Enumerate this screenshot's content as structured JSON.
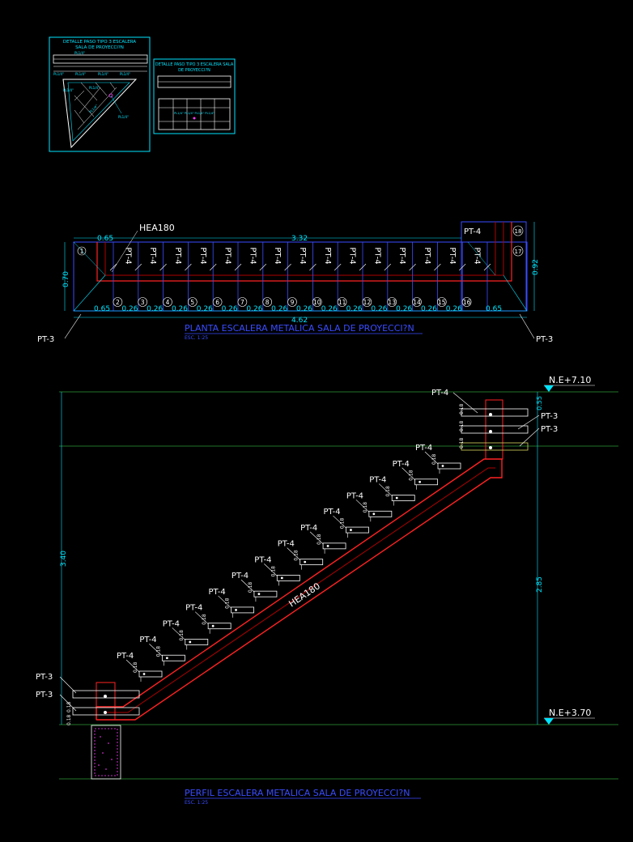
{
  "colors": {
    "background": "#000000",
    "cyan": "#00e5ff",
    "white": "#ffffff",
    "green": "#2e9c34",
    "red": "#ff2222",
    "magenta": "#ff3cff",
    "blue": "#3a4cff",
    "darkred": "#b00000",
    "yellow": "#d8d860"
  },
  "detail1": {
    "title_line1": "DETALLE PASO TIPO 3 ESCALERA",
    "title_line2": "SALA DE PROYECCI?N",
    "label_top": "PL1/4\"",
    "labels_row": [
      "PL1/4\"",
      "PL1/4\"",
      "PL1/4\"",
      "PL1/4\""
    ],
    "diag_label": "PL1/4\"",
    "small_labels": [
      "PL1/4\"",
      "PL1/4\"",
      "PL1/4\""
    ]
  },
  "detail2": {
    "title_line1": "DETALLE PASO TIPO 3 ESCALERA SALA",
    "title_line2": "DE PROYECCI?N",
    "hatch_label": "PL1/4\" PL1/4\" PL1/4\" PL1/4\""
  },
  "plan": {
    "title": "PLANTA ESCALERA METALICA SALA DE PROYECCI?N",
    "scale": "ESC. 1:25",
    "beam_label": "HEA180",
    "corner_label": "PT-4",
    "dim_top_left": "0.65",
    "dim_top_mid": "3.32",
    "dim_bottom_total": "4.62",
    "dim_left_vert": "0.70",
    "dim_right_vert": "0.92",
    "dim_bottom_left": "0.65",
    "dim_bottom_right": "0.65",
    "tread_labels": [
      "PT-4",
      "PT-4",
      "PT-4",
      "PT-4",
      "PT-4",
      "PT-4",
      "PT-4",
      "PT-4",
      "PT-4",
      "PT-4",
      "PT-4",
      "PT-4",
      "PT-4",
      "PT-4",
      "PT-4"
    ],
    "step_numbers": [
      "2",
      "3",
      "4",
      "5",
      "6",
      "7",
      "8",
      "9",
      "10",
      "11",
      "12",
      "13",
      "14",
      "15",
      "16"
    ],
    "step_dims": [
      "0.26",
      "0.26",
      "0.26",
      "0.26",
      "0.26",
      "0.26",
      "0.26",
      "0.26",
      "0.26",
      "0.26",
      "0.26",
      "0.26",
      "0.26",
      "0.26"
    ],
    "num_start": "1",
    "num_top_right": "18",
    "num_right": "17",
    "pt3_left": "PT-3",
    "pt3_right": "PT-3"
  },
  "profile": {
    "title": "PERFIL ESCALERA METALICA SALA DE PROYECCI?N",
    "scale": "ESC. 1:25",
    "level_top": "N.E+7.10",
    "level_bottom": "N.E+3.70",
    "dim_left": "3.40",
    "dim_right": "2.85",
    "dim_top_right": "0.55",
    "beam_label": "HEA180",
    "pt4_top": "PT-4",
    "pt3_right_1": "PT-3",
    "pt3_right_2": "PT-3",
    "pt3_left_1": "PT-3",
    "pt3_left_2": "PT-3",
    "step_labels": [
      "PT-4",
      "PT-4",
      "PT-4",
      "PT-4",
      "PT-4",
      "PT-4",
      "PT-4",
      "PT-4",
      "PT-4",
      "PT-4",
      "PT-4",
      "PT-4",
      "PT-4",
      "PT-4"
    ],
    "riser_dim": "0.18",
    "landing_dims": [
      "0.18",
      "0.18",
      "0.18"
    ],
    "bottom_dims": [
      "0.18",
      "0.18"
    ]
  }
}
